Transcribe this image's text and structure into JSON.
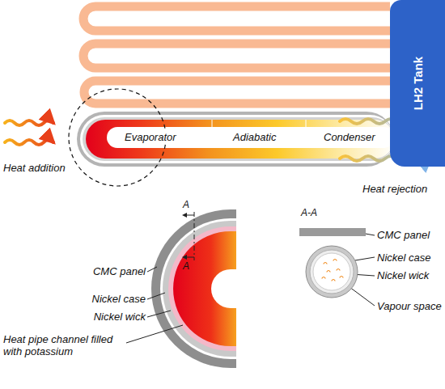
{
  "diagram": {
    "nodes": [
      {
        "text": [
          "LH2 Tank"
        ]
      }
    ],
    "labels": [
      "Evaporator",
      "Adiabatic",
      "Condenser",
      "Heat addition",
      "Heat rejection",
      "A",
      "A",
      "A-A",
      "CMC panel",
      "Nickel case",
      "Nickel wick",
      "Heat pipe channel filled with potassium",
      "CMC panel",
      "Nickel case",
      "Nickel wick",
      "Vapour space"
    ]
  }
}
